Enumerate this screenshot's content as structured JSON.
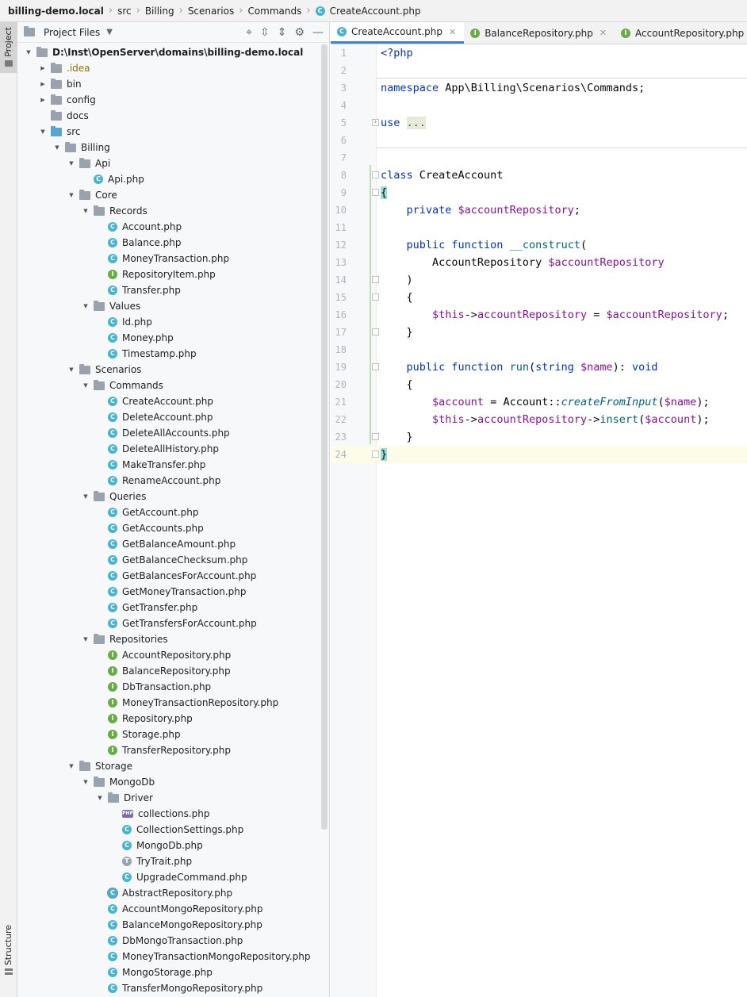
{
  "breadcrumb": {
    "project": "billing-demo.local",
    "items": [
      "src",
      "Billing",
      "Scenarios",
      "Commands"
    ],
    "file": "CreateAccount.php"
  },
  "sidebar": {
    "project_tab": "Project",
    "structure_tab": "Structure"
  },
  "panel": {
    "title": "Project Files"
  },
  "tree": [
    {
      "label": "D:\\Inst\\OpenServer\\domains\\billing-demo.local",
      "depth": 0,
      "kind": "folder",
      "arrow": "open",
      "root": true
    },
    {
      "label": ".idea",
      "depth": 1,
      "kind": "folder",
      "arrow": "closed",
      "idea": true
    },
    {
      "label": "bin",
      "depth": 1,
      "kind": "folder",
      "arrow": "closed"
    },
    {
      "label": "config",
      "depth": 1,
      "kind": "folder",
      "arrow": "closed"
    },
    {
      "label": "docs",
      "depth": 1,
      "kind": "folder",
      "arrow": "none"
    },
    {
      "label": "src",
      "depth": 1,
      "kind": "src",
      "arrow": "open"
    },
    {
      "label": "Billing",
      "depth": 2,
      "kind": "folder",
      "arrow": "open"
    },
    {
      "label": "Api",
      "depth": 3,
      "kind": "folder",
      "arrow": "open"
    },
    {
      "label": "Api.php",
      "depth": 4,
      "kind": "c",
      "arrow": "none"
    },
    {
      "label": "Core",
      "depth": 3,
      "kind": "folder",
      "arrow": "open"
    },
    {
      "label": "Records",
      "depth": 4,
      "kind": "folder",
      "arrow": "open"
    },
    {
      "label": "Account.php",
      "depth": 5,
      "kind": "c",
      "arrow": "none"
    },
    {
      "label": "Balance.php",
      "depth": 5,
      "kind": "c",
      "arrow": "none"
    },
    {
      "label": "MoneyTransaction.php",
      "depth": 5,
      "kind": "c",
      "arrow": "none"
    },
    {
      "label": "RepositoryItem.php",
      "depth": 5,
      "kind": "i",
      "arrow": "none"
    },
    {
      "label": "Transfer.php",
      "depth": 5,
      "kind": "c",
      "arrow": "none"
    },
    {
      "label": "Values",
      "depth": 4,
      "kind": "folder",
      "arrow": "open"
    },
    {
      "label": "Id.php",
      "depth": 5,
      "kind": "c",
      "arrow": "none"
    },
    {
      "label": "Money.php",
      "depth": 5,
      "kind": "c",
      "arrow": "none"
    },
    {
      "label": "Timestamp.php",
      "depth": 5,
      "kind": "c",
      "arrow": "none"
    },
    {
      "label": "Scenarios",
      "depth": 3,
      "kind": "folder",
      "arrow": "open"
    },
    {
      "label": "Commands",
      "depth": 4,
      "kind": "folder",
      "arrow": "open"
    },
    {
      "label": "CreateAccount.php",
      "depth": 5,
      "kind": "c",
      "arrow": "none"
    },
    {
      "label": "DeleteAccount.php",
      "depth": 5,
      "kind": "c",
      "arrow": "none"
    },
    {
      "label": "DeleteAllAccounts.php",
      "depth": 5,
      "kind": "c",
      "arrow": "none"
    },
    {
      "label": "DeleteAllHistory.php",
      "depth": 5,
      "kind": "c",
      "arrow": "none"
    },
    {
      "label": "MakeTransfer.php",
      "depth": 5,
      "kind": "c",
      "arrow": "none"
    },
    {
      "label": "RenameAccount.php",
      "depth": 5,
      "kind": "c",
      "arrow": "none"
    },
    {
      "label": "Queries",
      "depth": 4,
      "kind": "folder",
      "arrow": "open"
    },
    {
      "label": "GetAccount.php",
      "depth": 5,
      "kind": "c",
      "arrow": "none"
    },
    {
      "label": "GetAccounts.php",
      "depth": 5,
      "kind": "c",
      "arrow": "none"
    },
    {
      "label": "GetBalanceAmount.php",
      "depth": 5,
      "kind": "c",
      "arrow": "none"
    },
    {
      "label": "GetBalanceChecksum.php",
      "depth": 5,
      "kind": "c",
      "arrow": "none"
    },
    {
      "label": "GetBalancesForAccount.php",
      "depth": 5,
      "kind": "c",
      "arrow": "none"
    },
    {
      "label": "GetMoneyTransaction.php",
      "depth": 5,
      "kind": "c",
      "arrow": "none"
    },
    {
      "label": "GetTransfer.php",
      "depth": 5,
      "kind": "c",
      "arrow": "none"
    },
    {
      "label": "GetTransfersForAccount.php",
      "depth": 5,
      "kind": "c",
      "arrow": "none"
    },
    {
      "label": "Repositories",
      "depth": 4,
      "kind": "folder",
      "arrow": "open"
    },
    {
      "label": "AccountRepository.php",
      "depth": 5,
      "kind": "i",
      "arrow": "none"
    },
    {
      "label": "BalanceRepository.php",
      "depth": 5,
      "kind": "i",
      "arrow": "none"
    },
    {
      "label": "DbTransaction.php",
      "depth": 5,
      "kind": "i",
      "arrow": "none"
    },
    {
      "label": "MoneyTransactionRepository.php",
      "depth": 5,
      "kind": "i",
      "arrow": "none"
    },
    {
      "label": "Repository.php",
      "depth": 5,
      "kind": "i",
      "arrow": "none"
    },
    {
      "label": "Storage.php",
      "depth": 5,
      "kind": "i",
      "arrow": "none"
    },
    {
      "label": "TransferRepository.php",
      "depth": 5,
      "kind": "i",
      "arrow": "none"
    },
    {
      "label": "Storage",
      "depth": 3,
      "kind": "folder",
      "arrow": "open"
    },
    {
      "label": "MongoDb",
      "depth": 4,
      "kind": "folder",
      "arrow": "open"
    },
    {
      "label": "Driver",
      "depth": 5,
      "kind": "folder",
      "arrow": "open"
    },
    {
      "label": "collections.php",
      "depth": 6,
      "kind": "php",
      "arrow": "none"
    },
    {
      "label": "CollectionSettings.php",
      "depth": 6,
      "kind": "c",
      "arrow": "none"
    },
    {
      "label": "MongoDb.php",
      "depth": 6,
      "kind": "c",
      "arrow": "none"
    },
    {
      "label": "TryTrait.php",
      "depth": 6,
      "kind": "t",
      "arrow": "none"
    },
    {
      "label": "UpgradeCommand.php",
      "depth": 6,
      "kind": "c",
      "arrow": "none"
    },
    {
      "label": "AbstractRepository.php",
      "depth": 5,
      "kind": "ca",
      "arrow": "none"
    },
    {
      "label": "AccountMongoRepository.php",
      "depth": 5,
      "kind": "c",
      "arrow": "none"
    },
    {
      "label": "BalanceMongoRepository.php",
      "depth": 5,
      "kind": "c",
      "arrow": "none"
    },
    {
      "label": "DbMongoTransaction.php",
      "depth": 5,
      "kind": "c",
      "arrow": "none"
    },
    {
      "label": "MoneyTransactionMongoRepository.php",
      "depth": 5,
      "kind": "c",
      "arrow": "none"
    },
    {
      "label": "MongoStorage.php",
      "depth": 5,
      "kind": "c",
      "arrow": "none"
    },
    {
      "label": "TransferMongoRepository.php",
      "depth": 5,
      "kind": "c",
      "arrow": "none"
    }
  ],
  "editor_tabs": [
    {
      "label": "CreateAccount.php",
      "icon": "c",
      "active": true
    },
    {
      "label": "BalanceRepository.php",
      "icon": "i",
      "active": false
    },
    {
      "label": "AccountRepository.php",
      "icon": "i",
      "active": false
    },
    {
      "label": "",
      "icon": "c",
      "active": false
    }
  ],
  "code_lines": [
    [
      {
        "t": "<?php",
        "c": "kw"
      }
    ],
    [],
    [
      {
        "t": "namespace ",
        "c": "kw"
      },
      {
        "t": "App\\Billing\\Scenarios\\Commands;",
        "c": ""
      }
    ],
    [],
    [
      {
        "t": "use ",
        "c": "kw"
      },
      {
        "t": "...",
        "c": "folded"
      }
    ],
    [],
    [],
    [
      {
        "t": "class ",
        "c": "kw"
      },
      {
        "t": "CreateAccount",
        "c": ""
      }
    ],
    [
      {
        "t": "{",
        "c": "brace-hl"
      }
    ],
    [
      {
        "t": "    private ",
        "c": "kw"
      },
      {
        "t": "$accountRepository",
        "c": "var"
      },
      {
        "t": ";",
        "c": ""
      }
    ],
    [],
    [
      {
        "t": "    public function ",
        "c": "kw"
      },
      {
        "t": "__construct",
        "c": "fn"
      },
      {
        "t": "(",
        "c": ""
      }
    ],
    [
      {
        "t": "        AccountRepository ",
        "c": ""
      },
      {
        "t": "$accountRepository",
        "c": "var"
      }
    ],
    [
      {
        "t": "    )",
        "c": ""
      }
    ],
    [
      {
        "t": "    {",
        "c": ""
      }
    ],
    [
      {
        "t": "        ",
        "c": ""
      },
      {
        "t": "$this",
        "c": "var"
      },
      {
        "t": "->",
        "c": ""
      },
      {
        "t": "accountRepository",
        "c": "var"
      },
      {
        "t": " = ",
        "c": ""
      },
      {
        "t": "$accountRepository",
        "c": "var"
      },
      {
        "t": ";",
        "c": ""
      }
    ],
    [
      {
        "t": "    }",
        "c": ""
      }
    ],
    [],
    [
      {
        "t": "    public function ",
        "c": "kw"
      },
      {
        "t": "run",
        "c": "fn"
      },
      {
        "t": "(",
        "c": ""
      },
      {
        "t": "string ",
        "c": "kw"
      },
      {
        "t": "$name",
        "c": "var"
      },
      {
        "t": "): ",
        "c": ""
      },
      {
        "t": "void",
        "c": "kw"
      }
    ],
    [
      {
        "t": "    {",
        "c": ""
      }
    ],
    [
      {
        "t": "        ",
        "c": ""
      },
      {
        "t": "$account",
        "c": "var"
      },
      {
        "t": " = Account::",
        "c": ""
      },
      {
        "t": "createFromInput",
        "c": "fni"
      },
      {
        "t": "(",
        "c": ""
      },
      {
        "t": "$name",
        "c": "var"
      },
      {
        "t": ");",
        "c": ""
      }
    ],
    [
      {
        "t": "        ",
        "c": ""
      },
      {
        "t": "$this",
        "c": "var"
      },
      {
        "t": "->",
        "c": ""
      },
      {
        "t": "accountRepository",
        "c": "var"
      },
      {
        "t": "->",
        "c": ""
      },
      {
        "t": "insert",
        "c": "fn"
      },
      {
        "t": "(",
        "c": ""
      },
      {
        "t": "$account",
        "c": "var"
      },
      {
        "t": ");",
        "c": ""
      }
    ],
    [
      {
        "t": "    }",
        "c": ""
      }
    ],
    [
      {
        "t": "}",
        "c": "brace-hl"
      }
    ]
  ],
  "line_numbers": [
    "1",
    "2",
    "3",
    "4",
    "5",
    "6",
    "7",
    "8",
    "9",
    "10",
    "11",
    "12",
    "13",
    "14",
    "15",
    "16",
    "17",
    "18",
    "19",
    "20",
    "21",
    "22",
    "23",
    "24"
  ],
  "current_line": 24,
  "colors": {
    "accent": "#4083c9",
    "keyword": "#0033b3",
    "variable": "#871094",
    "function": "#00627a",
    "class_icon": "#46b4d0",
    "interface_icon": "#68ab47"
  }
}
